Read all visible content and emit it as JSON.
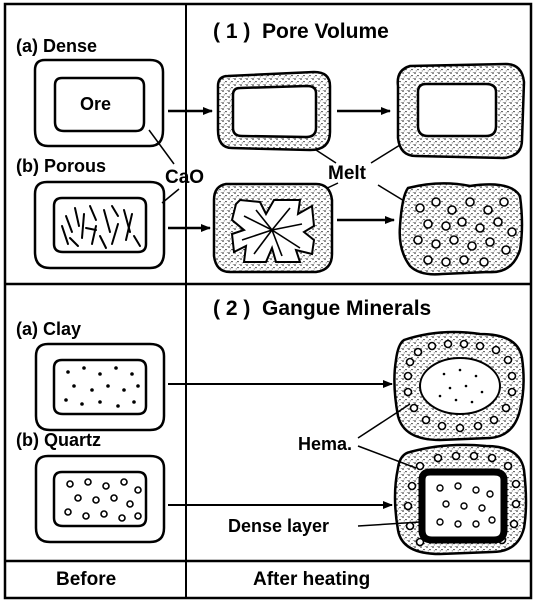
{
  "section1": {
    "title": "( 1 )  Pore Volume",
    "dense_label": "(a) Dense",
    "ore_label": "Ore",
    "porous_label": "(b) Porous",
    "cao_label": "CaO",
    "melt_label": "Melt"
  },
  "section2": {
    "title": "( 2 )  Gangue Minerals",
    "clay_label": "(a) Clay",
    "quartz_label": "(b) Quartz",
    "hema_label": "Hema.",
    "dense_layer_label": "Dense layer"
  },
  "footer": {
    "before_label": "Before",
    "after_label": "After heating"
  },
  "colors": {
    "ink": "#000000",
    "paper": "#ffffff"
  }
}
